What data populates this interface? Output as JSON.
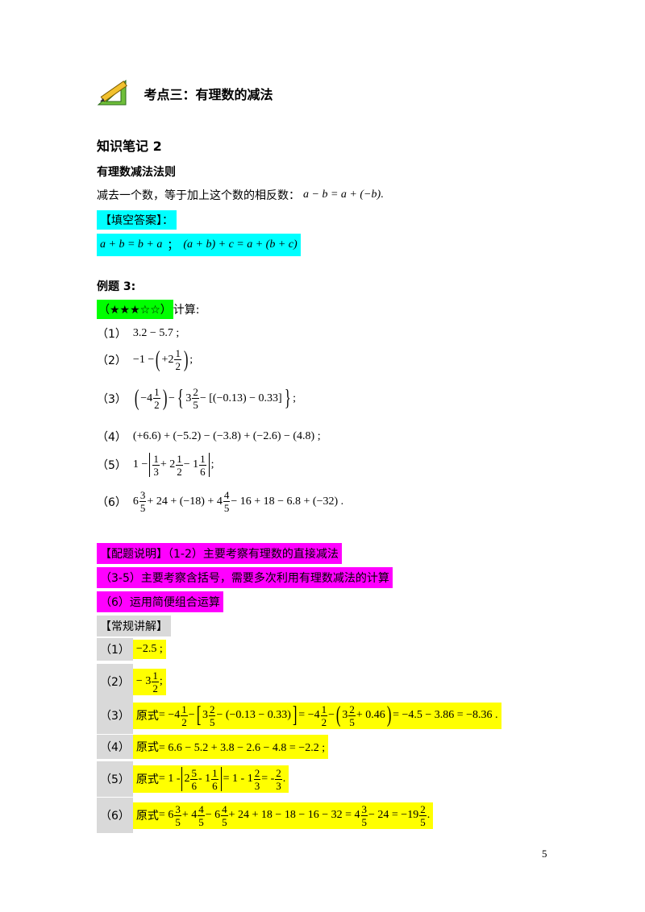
{
  "section": {
    "title": "考点三：有理数的减法",
    "icon": "pencil-ruler-icon"
  },
  "notes": {
    "heading": "知识笔记 2",
    "rule_title": "有理数减法法则",
    "rule_text": "减去一个数，等于加上这个数的相反数：",
    "rule_formula": "a − b = a + (−b)",
    "fill_label": "【填空答案】：",
    "fill_answer_1": "a + b = b + a",
    "fill_sep": "；",
    "fill_answer_2": "(a + b) + c = a + (b + c)"
  },
  "example": {
    "heading": "例题 3:",
    "stars": "（★★★☆☆）",
    "instruction": "计算:",
    "items": [
      {
        "label": "（1）",
        "expr": "3.2 − 5.7 ;"
      },
      {
        "label": "（2）",
        "expr_parts": [
          "−1 −",
          "+2",
          "1",
          "2",
          ";"
        ]
      },
      {
        "label": "（3）",
        "expr_parts": [
          "−4",
          "1",
          "2",
          "−",
          "3",
          "2",
          "5",
          "− [(−0.13) − 0.33]",
          ";"
        ]
      },
      {
        "label": "（4）",
        "expr": "(+6.6) + (−5.2) − (−3.8) + (−2.6) − (4.8) ;"
      },
      {
        "label": "（5）",
        "expr_parts": [
          "1 −",
          "1",
          "3",
          "+ 2",
          "1",
          "2",
          "− 1",
          "1",
          "6",
          ";"
        ]
      },
      {
        "label": "（6）",
        "expr_parts": [
          "6",
          "3",
          "5",
          "+ 24 + (−18) + 4",
          "4",
          "5",
          "− 16 + 18 − 6.8 + (−32) ."
        ]
      }
    ]
  },
  "design": {
    "line1": "【配题说明】（1-2）主要考察有理数的直接减法",
    "line2": "（3-5）主要考察含括号，需要多次利用有理数减法的计算",
    "line3": "（6）运用简便组合运算"
  },
  "solution": {
    "heading": "【常规讲解】",
    "s1_label": "（1）",
    "s1": "−2.5 ;",
    "s2_label": "（2）",
    "s2_parts": [
      "− 3",
      "1",
      "2",
      ";"
    ],
    "s3_label": "（3）",
    "s3_parts": [
      "原式",
      "= −4",
      "1",
      "2",
      "−",
      "3",
      "2",
      "5",
      "− (−0.13 − 0.33)",
      "= −4",
      "1",
      "2",
      "−",
      "3",
      "2",
      "5",
      "+ 0.46",
      "= −4.5 − 3.86 = −8.36 ."
    ],
    "s4_label": "（4）",
    "s4_parts": [
      "原式",
      "= 6.6 − 5.2 + 3.8 − 2.6 − 4.8 = −2.2 ;"
    ],
    "s5_label": "（5）",
    "s5_parts": [
      "原式",
      "= 1 -",
      "2",
      "5",
      "6",
      "- 1",
      "1",
      "6",
      "= 1 - 1",
      "2",
      "3",
      "= -",
      "2",
      "3",
      "."
    ],
    "s6_label": "（6）",
    "s6_parts": [
      "原式",
      "= 6",
      "3",
      "5",
      "+ 4",
      "4",
      "5",
      "− 6",
      "4",
      "5",
      "+ 24 + 18 − 18 − 16 − 32 = 4",
      "3",
      "5",
      "− 24 = −19",
      "2",
      "5",
      "."
    ]
  },
  "page_number": "5",
  "colors": {
    "cyan": "#00ffff",
    "green": "#00ff00",
    "magenta": "#ff00ff",
    "yellow": "#ffff00",
    "gray": "#d9d9d9"
  }
}
